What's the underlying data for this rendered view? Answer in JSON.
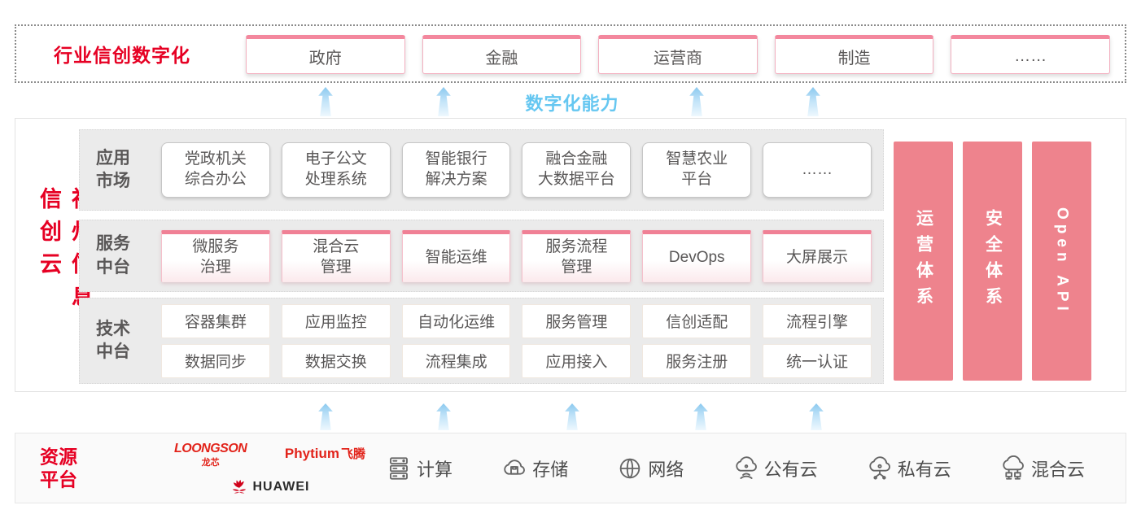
{
  "colors": {
    "accent_red": "#e60023",
    "pink_bar": "#ee838d",
    "capability_blue": "#66c7f1",
    "logo_red": "#e2231a",
    "row_bg": "#ebebeb"
  },
  "top_band": {
    "title": "行业信创数字化",
    "industries": [
      "政府",
      "金融",
      "运营商",
      "制造",
      "……"
    ]
  },
  "capability_label": "数字化能力",
  "platform": {
    "vertical_title": "神州信息信创云",
    "rows": [
      {
        "label": "应用\n市场",
        "items": [
          "党政机关\n综合办公",
          "电子公文\n处理系统",
          "智能银行\n解决方案",
          "融合金融\n大数据平台",
          "智慧农业\n平台",
          "……"
        ]
      },
      {
        "label": "服务\n中台",
        "items": [
          "微服务\n治理",
          "混合云\n管理",
          "智能运维",
          "服务流程\n管理",
          "DevOps",
          "大屏展示"
        ]
      },
      {
        "label": "技术\n中台",
        "items_row1": [
          "容器集群",
          "应用监控",
          "自动化运维",
          "服务管理",
          "信创适配",
          "流程引擎"
        ],
        "items_row2": [
          "数据同步",
          "数据交换",
          "流程集成",
          "应用接入",
          "服务注册",
          "统一认证"
        ]
      }
    ],
    "side_bars": [
      "运营体系",
      "安全体系",
      "Open API"
    ]
  },
  "resources": {
    "label": "资源平台",
    "vendors": {
      "loongson": {
        "name": "LOONGSON",
        "sub": "龙芯"
      },
      "phytium": {
        "name": "Phytium",
        "sub": "飞腾"
      },
      "huawei": {
        "name": "HUAWEI"
      }
    },
    "items": [
      {
        "icon": "server-icon",
        "label": "计算"
      },
      {
        "icon": "storage-cloud-icon",
        "label": "存储"
      },
      {
        "icon": "network-globe-icon",
        "label": "网络"
      },
      {
        "icon": "public-cloud-icon",
        "label": "公有云"
      },
      {
        "icon": "private-cloud-icon",
        "label": "私有云"
      },
      {
        "icon": "hybrid-cloud-icon",
        "label": "混合云"
      }
    ]
  }
}
